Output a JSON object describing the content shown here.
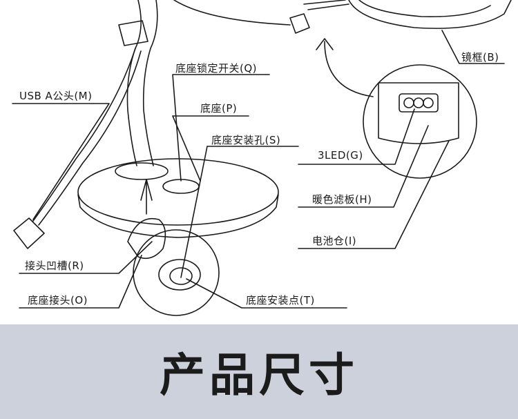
{
  "labels": {
    "mirror_frame": "镜框(B)",
    "base_lock_switch": "底座锁定开关(Q)",
    "usb_a_male": "USB A公头(M)",
    "base": "底座(P)",
    "base_mount_hole": "底座安装孔(S)",
    "led": "3LED(G)",
    "warm_filter": "暖色滤板(H)",
    "battery_compartment": "电池仓(I)",
    "connector_groove": "接头凹槽(R)",
    "base_connector": "底座接头(O)",
    "base_mount_point": "底座安装点(T)"
  },
  "banner": {
    "title": "产品尺寸"
  }
}
